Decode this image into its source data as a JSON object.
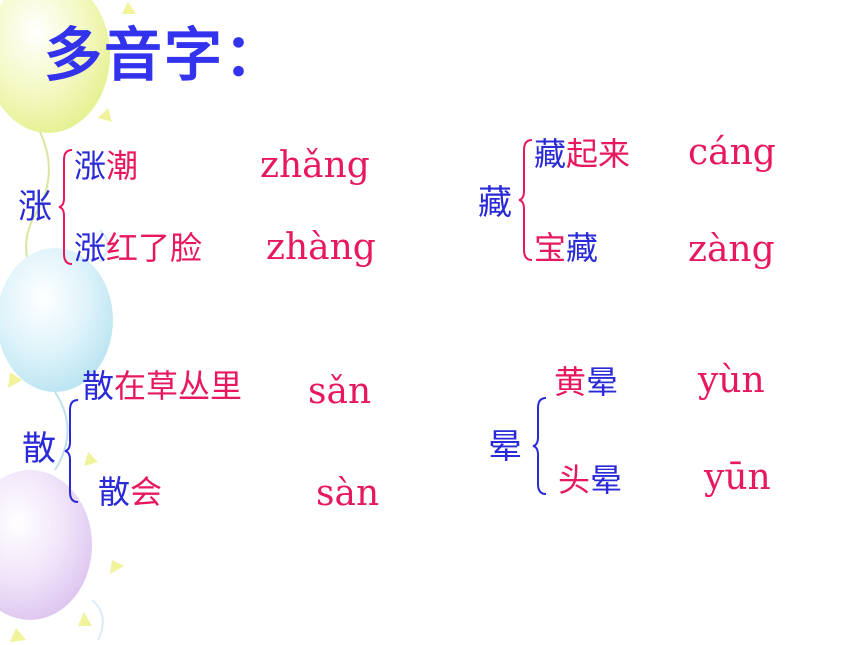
{
  "title": "多音字：",
  "groups": [
    {
      "char": "涨",
      "items": [
        {
          "word_head": "涨",
          "word_rest": "潮",
          "pinyin": "zhǎng"
        },
        {
          "word_head": "涨",
          "word_rest": "红了脸",
          "pinyin": "zhàng"
        }
      ]
    },
    {
      "char": "藏",
      "items": [
        {
          "word_head": "藏",
          "word_rest": "起来",
          "pinyin": "cáng"
        },
        {
          "word_head": "宝",
          "word_rest": "藏",
          "pinyin": "zàng"
        }
      ]
    },
    {
      "char": "散",
      "items": [
        {
          "word_head": "散",
          "word_rest": "在草丛里",
          "pinyin": "sǎn"
        },
        {
          "word_head": "散",
          "word_rest": "会",
          "pinyin": "sàn"
        }
      ]
    },
    {
      "char": "晕",
      "items": [
        {
          "word_head": "黄",
          "word_rest": "晕",
          "pinyin": "yùn"
        },
        {
          "word_head": "头",
          "word_rest": "晕",
          "pinyin": "yūn"
        }
      ]
    }
  ],
  "colors": {
    "title": "#3333ee",
    "text_blue": "#2a2ad8",
    "text_red": "#e8185e",
    "balloon_yellow": "#f2f7a8",
    "balloon_cyan": "#cdeef7",
    "balloon_violet": "#e9d8f5"
  }
}
